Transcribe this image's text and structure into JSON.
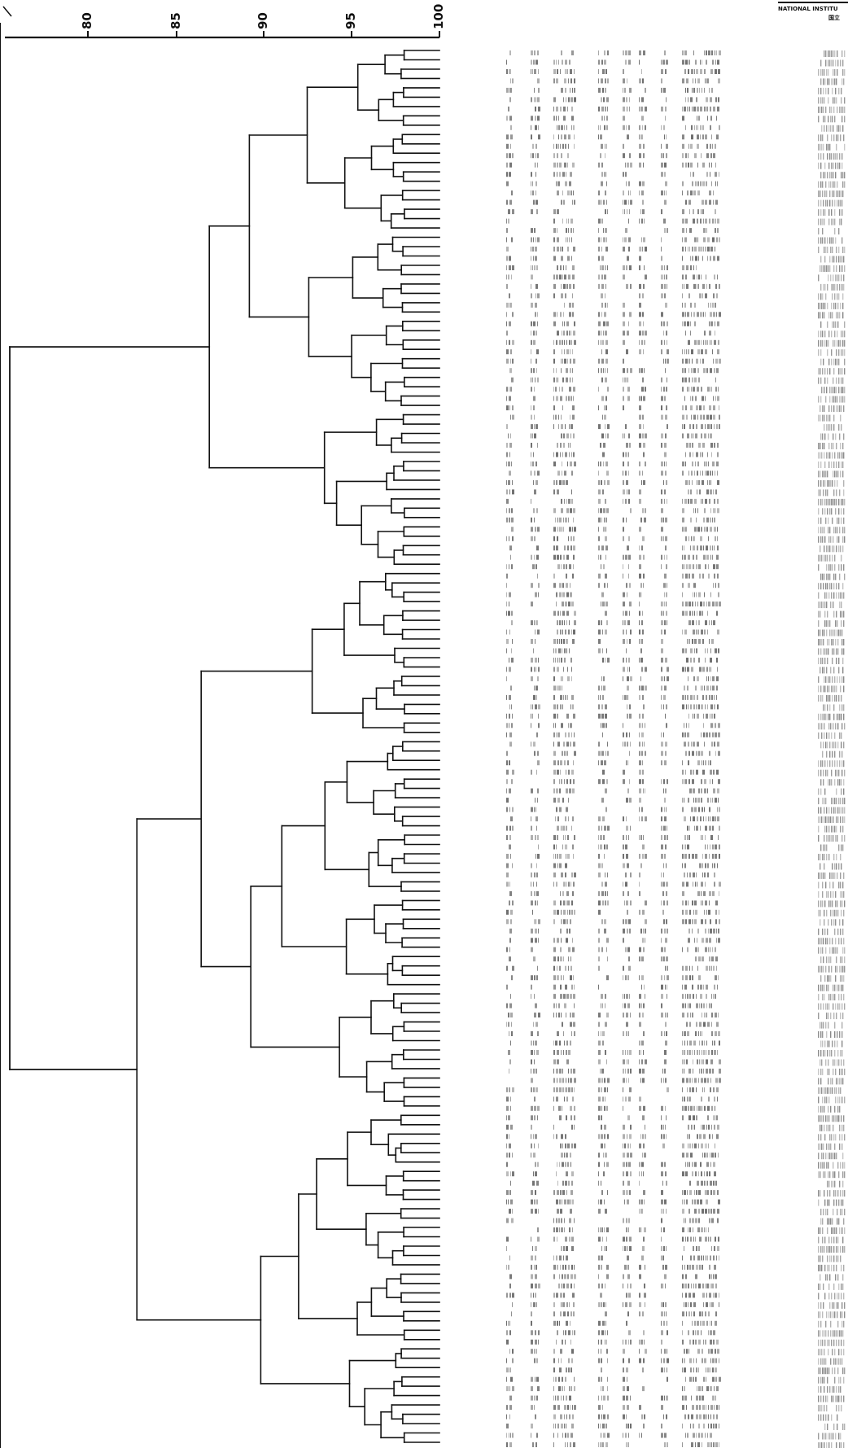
{
  "diagram": {
    "type": "dendrogram",
    "scale_ticks": [
      "80",
      "85",
      "90",
      "95",
      "100"
    ],
    "header_lines": [
      "NATIONAL INSTITU",
      "国立"
    ],
    "colors": {
      "ink": "#111111",
      "label_ink": "#555555"
    }
  }
}
